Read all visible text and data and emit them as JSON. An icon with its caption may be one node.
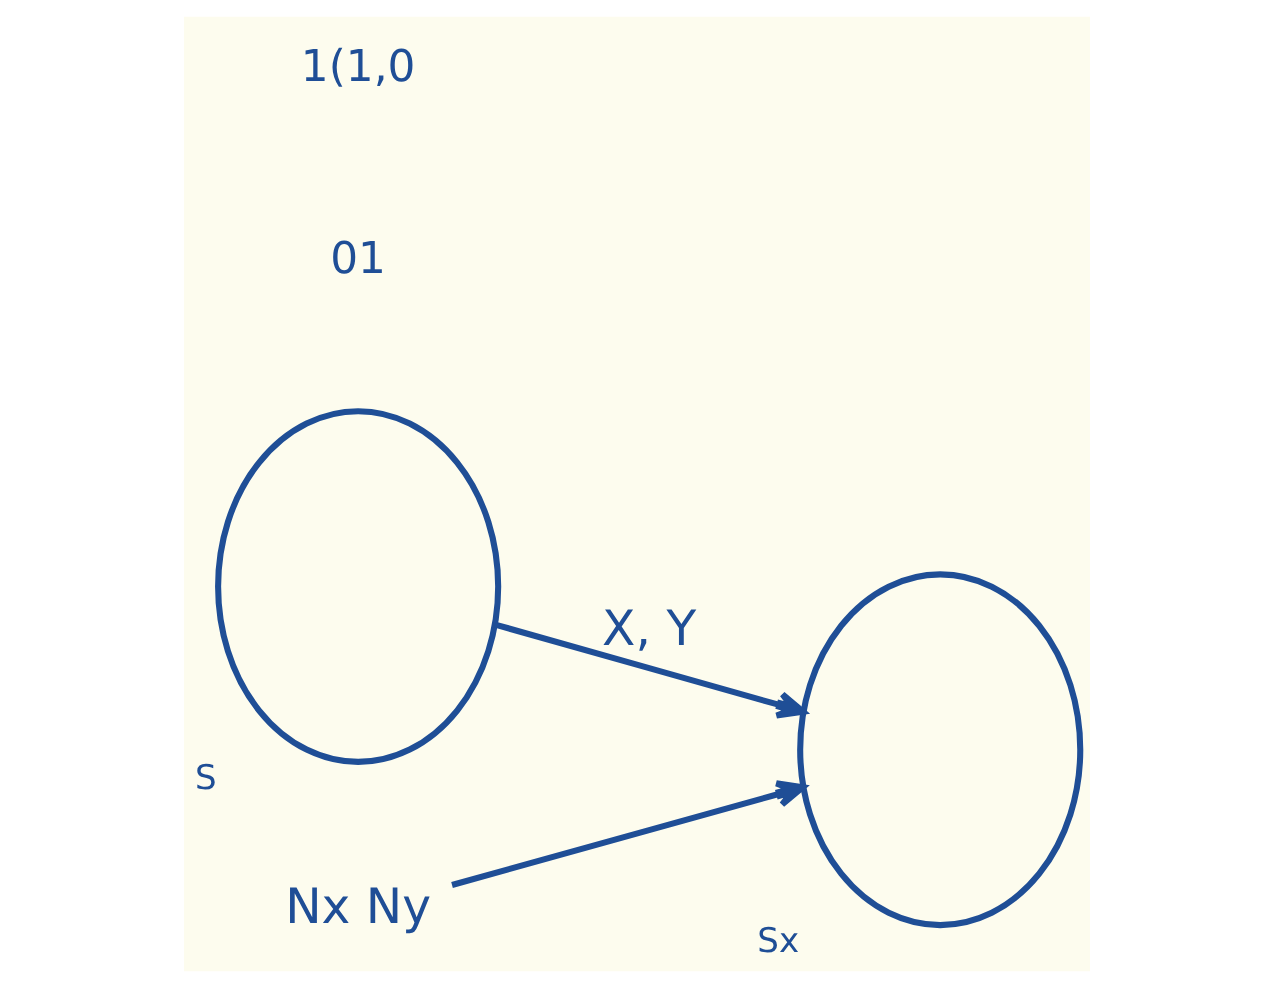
{
  "diagram": {
    "nodes": [
      {
        "text": [],
        "shape": "blob",
        "beside": [
          "S"
        ]
      },
      {
        "text": [],
        "shape": "blob",
        "beside": [
          "Sx"
        ]
      },
      {
        "text": [
          "Nx Ny"
        ]
      }
    ],
    "edges": [
      {
        "from": 0,
        "to": 1,
        "arrow": "to",
        "label": "X, Y"
      },
      {
        "from": 2,
        "to": 1,
        "arrow": "to"
      }
    ],
    "labels": [
      "01",
      "1(1,0"
    ]
  }
}
